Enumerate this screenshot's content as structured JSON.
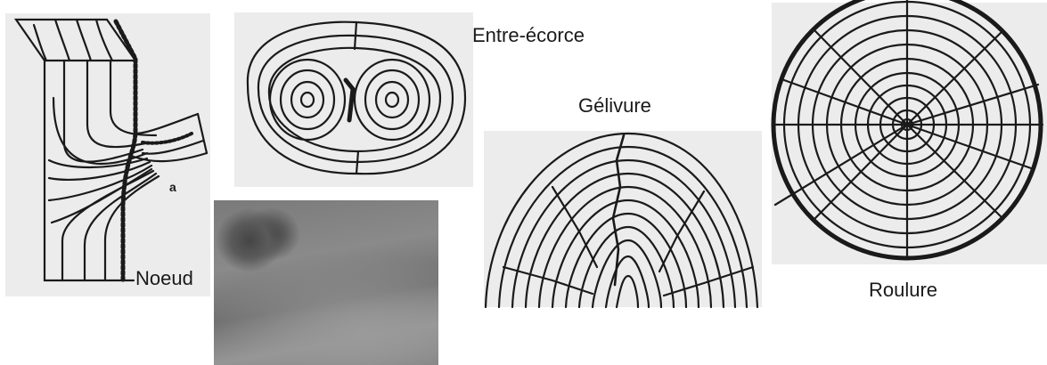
{
  "labels": {
    "noeud": "Noeud",
    "entre_ecorce": "Entre-écorce",
    "gelivure": "Gélivure",
    "roulure": "Roulure",
    "knot_marker": "a"
  },
  "colors": {
    "panel_bg": "#ececec",
    "ink": "#1a1a1a"
  }
}
